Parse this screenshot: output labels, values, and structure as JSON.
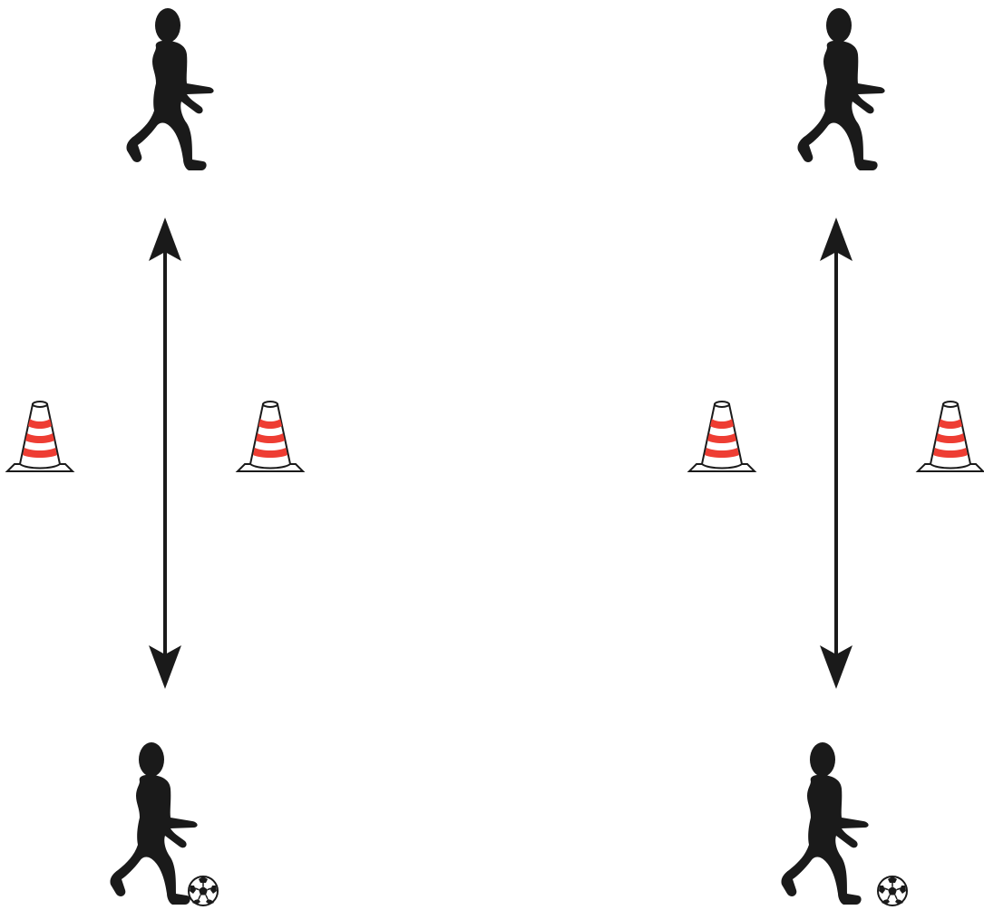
{
  "colors": {
    "background": "#ffffff",
    "silhouette": "#1a1a1a",
    "arrow": "#1a1a1a",
    "cone_stripe": "#ee3d33",
    "cone_white": "#ffffff",
    "cone_outline": "#1a1a1a"
  },
  "drill": {
    "lanes": [
      {
        "id": "left",
        "top_player": {
          "role": "receiver",
          "icon": "player-silhouette-icon",
          "has_ball": false
        },
        "bottom_player": {
          "role": "passer",
          "icon": "player-with-ball-icon",
          "has_ball": true
        },
        "arrow": {
          "type": "double-headed",
          "icon": "double-arrow-icon"
        },
        "cones": [
          {
            "icon": "traffic-cone-icon"
          },
          {
            "icon": "traffic-cone-icon"
          }
        ]
      },
      {
        "id": "right",
        "top_player": {
          "role": "receiver",
          "icon": "player-silhouette-icon",
          "has_ball": false
        },
        "bottom_player": {
          "role": "passer",
          "icon": "player-with-ball-icon",
          "has_ball": true
        },
        "arrow": {
          "type": "double-headed",
          "icon": "double-arrow-icon"
        },
        "cones": [
          {
            "icon": "traffic-cone-icon"
          },
          {
            "icon": "traffic-cone-icon"
          }
        ]
      }
    ]
  }
}
